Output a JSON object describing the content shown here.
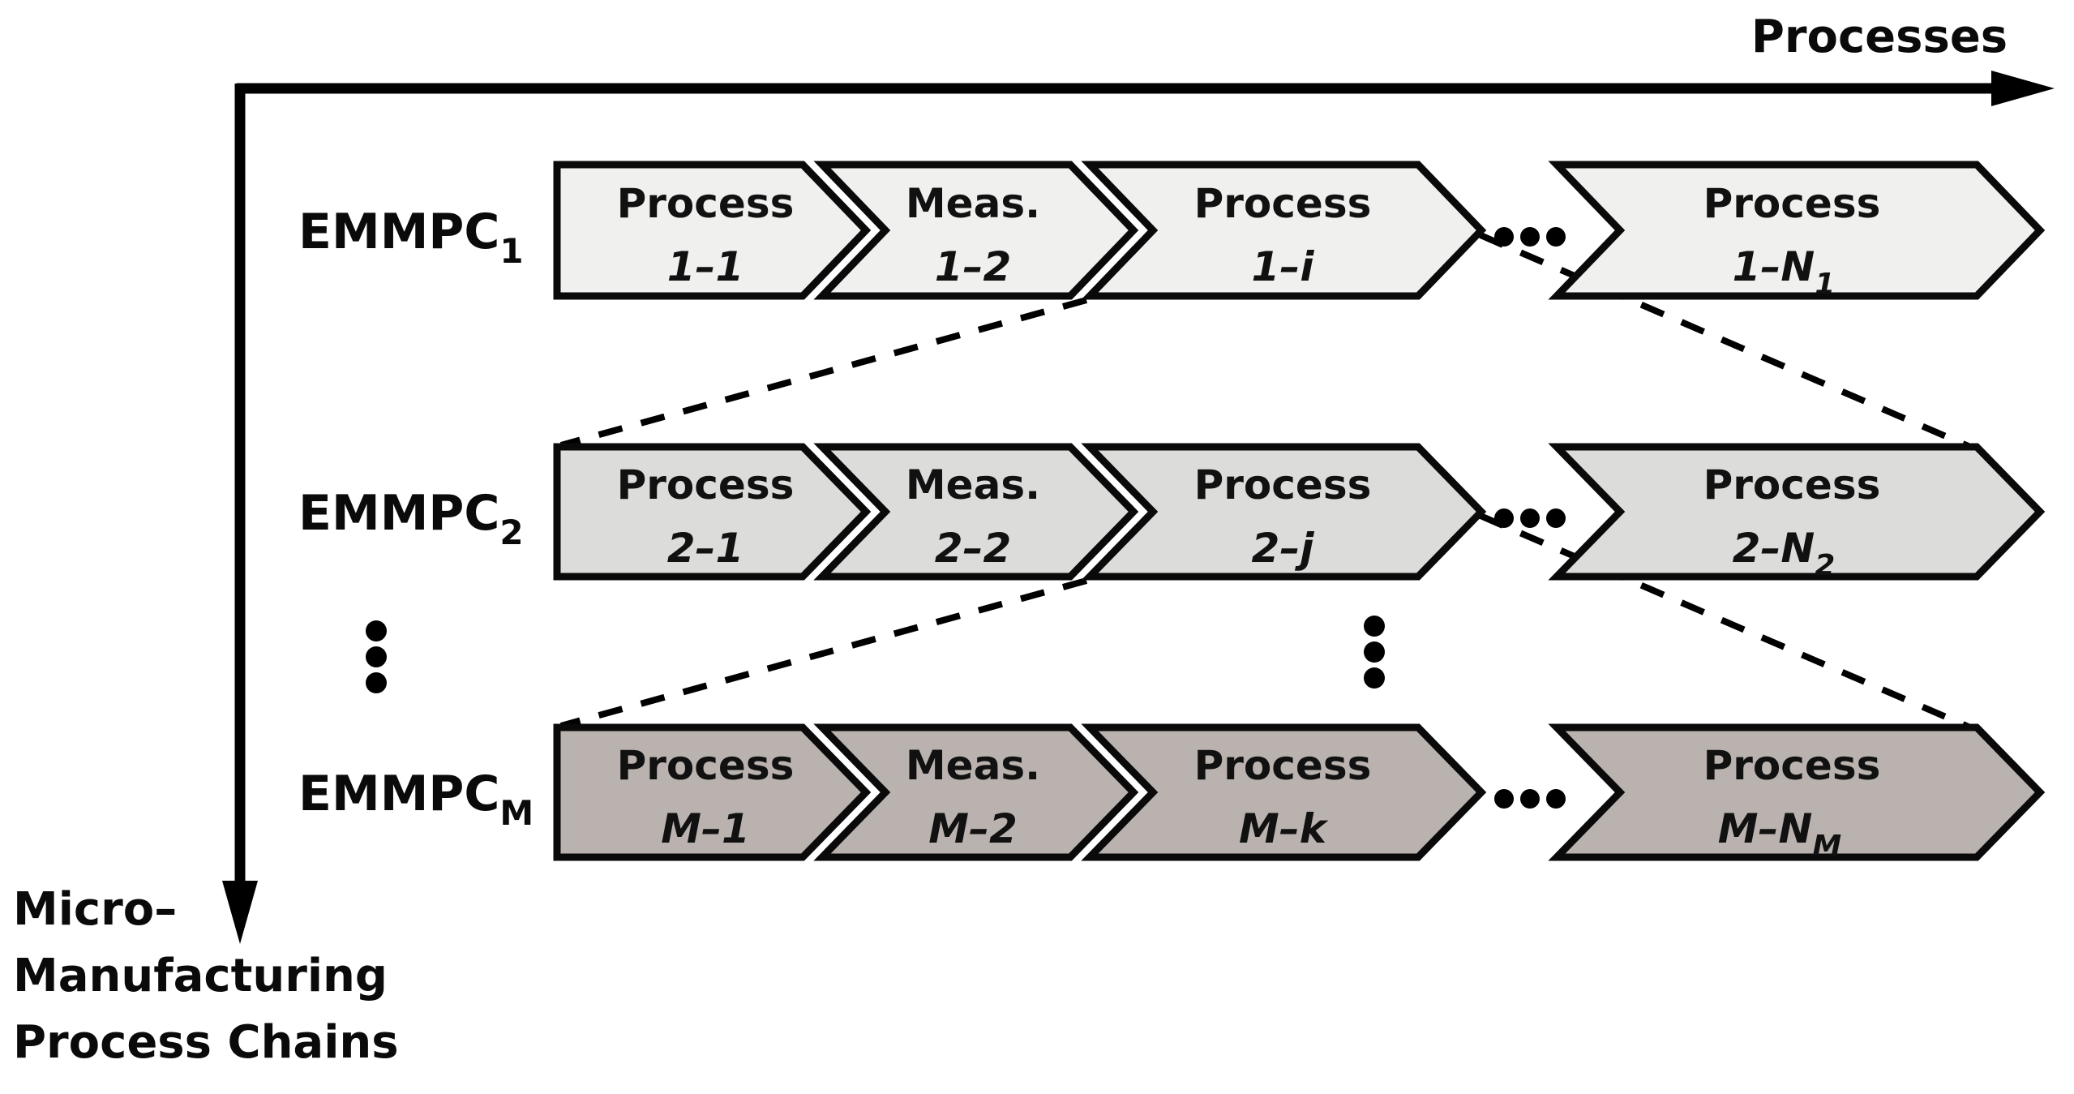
{
  "axes": {
    "x_label": "Processes",
    "y_label_line1": "Micro–",
    "y_label_line2": "Manufacturing",
    "y_label_line3": "Process Chains"
  },
  "colors": {
    "background": "#ffffff",
    "row1_fill": "#f0f0ee",
    "row2_fill": "#dcdcda",
    "row3_fill": "#b9b2ae",
    "outline": "#0a0a0a"
  },
  "icons": {
    "ellipsis_horizontal": "•••",
    "ellipsis_vertical": "⋮"
  },
  "chains": [
    {
      "label_main": "EMMPC",
      "label_sub": "1",
      "steps": [
        {
          "line1": "Process",
          "line2": "1–1",
          "sub": ""
        },
        {
          "line1": "Meas.",
          "line2": "1–2",
          "sub": ""
        },
        {
          "line1": "Process",
          "line2": "1–i",
          "sub": ""
        },
        {
          "line1": "Process",
          "line2": "1–N",
          "sub": "1"
        }
      ]
    },
    {
      "label_main": "EMMPC",
      "label_sub": "2",
      "steps": [
        {
          "line1": "Process",
          "line2": "2–1",
          "sub": ""
        },
        {
          "line1": "Meas.",
          "line2": "2–2",
          "sub": ""
        },
        {
          "line1": "Process",
          "line2": "2–j",
          "sub": ""
        },
        {
          "line1": "Process",
          "line2": "2–N",
          "sub": "2"
        }
      ]
    },
    {
      "label_main": "EMMPC",
      "label_sub": "M",
      "steps": [
        {
          "line1": "Process",
          "line2": "M–1",
          "sub": ""
        },
        {
          "line1": "Meas.",
          "line2": "M–2",
          "sub": ""
        },
        {
          "line1": "Process",
          "line2": "M–k",
          "sub": ""
        },
        {
          "line1": "Process",
          "line2": "M–N",
          "sub": "M"
        }
      ]
    }
  ]
}
